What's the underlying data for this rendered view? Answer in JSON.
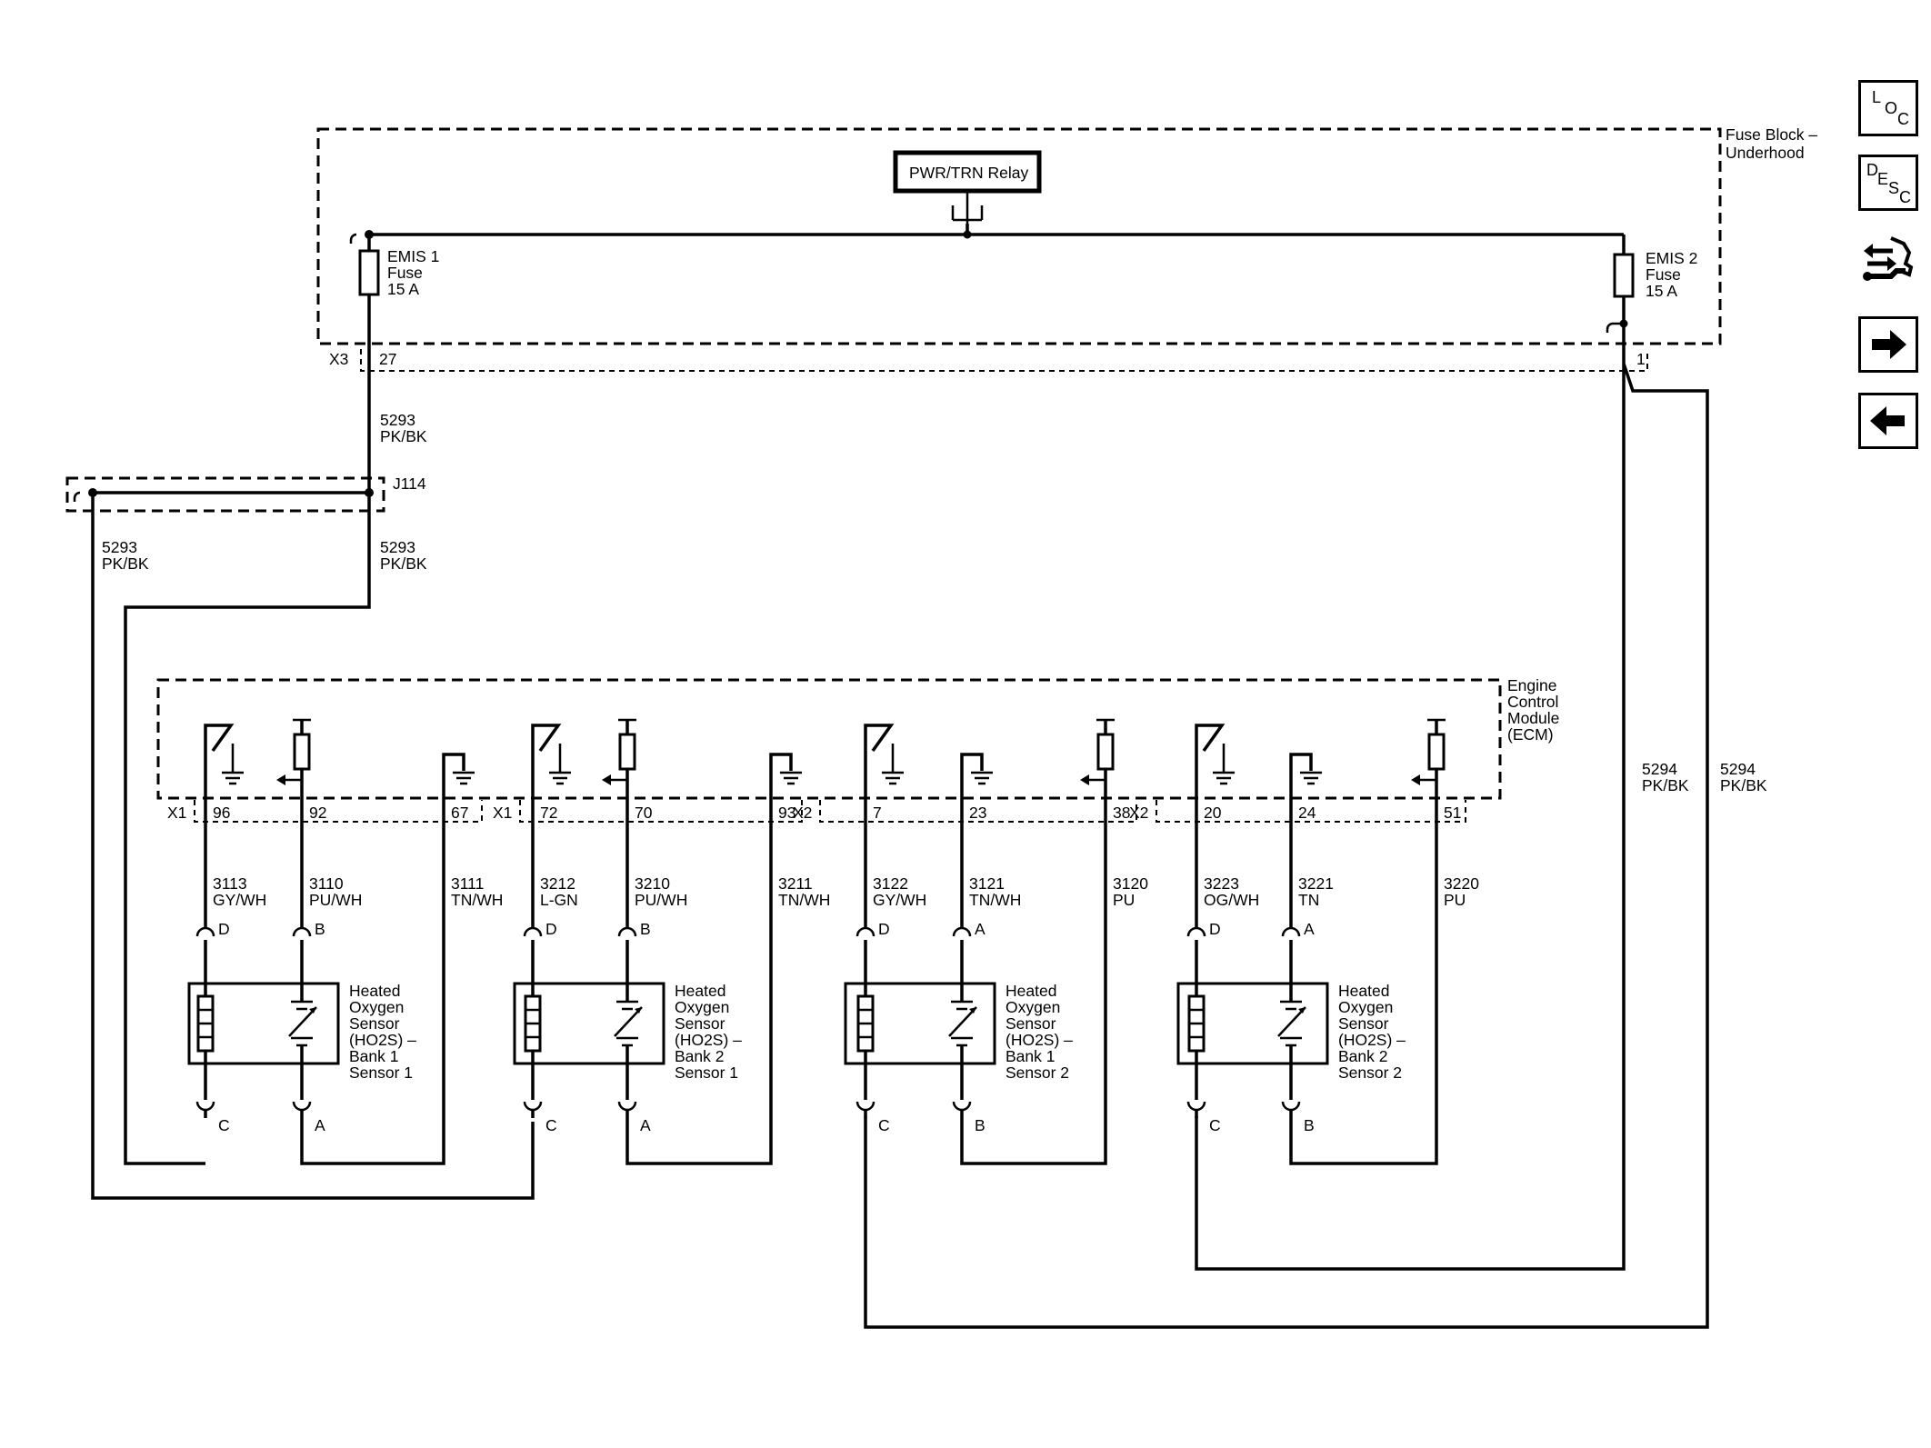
{
  "fuse_block": {
    "label_line1": "Fuse Block –",
    "label_line2": "Underhood",
    "relay_label": "PWR/TRN Relay",
    "emis1": {
      "line1": "EMIS 1",
      "line2": "Fuse",
      "line3": "15 A"
    },
    "emis2": {
      "line1": "EMIS 2",
      "line2": "Fuse",
      "line3": "15 A"
    },
    "x3_connector": "X3",
    "pin_27": "27",
    "pin_1": "1"
  },
  "splice": {
    "label": "J114"
  },
  "wires": {
    "w5293_top": {
      "circuit": "5293",
      "color": "PK/BK"
    },
    "w5293_right": {
      "circuit": "5293",
      "color": "PK/BK"
    },
    "w5293_left": {
      "circuit": "5293",
      "color": "PK/BK"
    },
    "w5294_inner": {
      "circuit": "5294",
      "color": "PK/BK"
    },
    "w5294_outer": {
      "circuit": "5294",
      "color": "PK/BK"
    }
  },
  "ecm": {
    "line1": "Engine",
    "line2": "Control",
    "line3": "Module",
    "line4": "(ECM)"
  },
  "ecm_pins": [
    {
      "connector": "X1",
      "pin": "96",
      "circuit": "3113",
      "color": "GY/WH"
    },
    {
      "connector": "",
      "pin": "92",
      "circuit": "3110",
      "color": "PU/WH"
    },
    {
      "connector": "",
      "pin": "67",
      "circuit": "3111",
      "color": "TN/WH"
    },
    {
      "connector": "X1",
      "pin": "72",
      "circuit": "3212",
      "color": "L-GN"
    },
    {
      "connector": "",
      "pin": "70",
      "circuit": "3210",
      "color": "PU/WH"
    },
    {
      "connector": "",
      "pin": "93",
      "circuit": "3211",
      "color": "TN/WH"
    },
    {
      "connector": "X2",
      "pin": "7",
      "circuit": "3122",
      "color": "GY/WH"
    },
    {
      "connector": "",
      "pin": "23",
      "circuit": "3121",
      "color": "TN/WH"
    },
    {
      "connector": "",
      "pin": "38",
      "circuit": "3120",
      "color": "PU"
    },
    {
      "connector": "X2",
      "pin": "20",
      "circuit": "3223",
      "color": "OG/WH"
    },
    {
      "connector": "",
      "pin": "24",
      "circuit": "3221",
      "color": "TN"
    },
    {
      "connector": "",
      "pin": "51",
      "circuit": "3220",
      "color": "PU"
    }
  ],
  "sensors": [
    {
      "lines": [
        "Heated",
        "Oxygen",
        "Sensor",
        "(HO2S)  –",
        "Bank 1",
        "Sensor 1"
      ],
      "top_left": "D",
      "top_right": "B",
      "bot_left": "C",
      "bot_right": "A"
    },
    {
      "lines": [
        "Heated",
        "Oxygen",
        "Sensor",
        "(HO2S)  –",
        "Bank 2",
        "Sensor 1"
      ],
      "top_left": "D",
      "top_right": "B",
      "bot_left": "C",
      "bot_right": "A"
    },
    {
      "lines": [
        "Heated",
        "Oxygen",
        "Sensor",
        "(HO2S)  –",
        "Bank 1",
        "Sensor 2"
      ],
      "top_left": "D",
      "top_right": "A",
      "bot_left": "C",
      "bot_right": "B"
    },
    {
      "lines": [
        "Heated",
        "Oxygen",
        "Sensor",
        "(HO2S)  –",
        "Bank 2",
        "Sensor 2"
      ],
      "top_left": "D",
      "top_right": "A",
      "bot_left": "C",
      "bot_right": "B"
    }
  ],
  "nav": {
    "loc": {
      "a": "L",
      "b": "O",
      "c": "C"
    },
    "desc": {
      "a": "D",
      "b": "E",
      "c": "S",
      "d": "C"
    },
    "icons": [
      "connector-tool-icon",
      "arrow-right-icon",
      "arrow-left-icon"
    ]
  }
}
